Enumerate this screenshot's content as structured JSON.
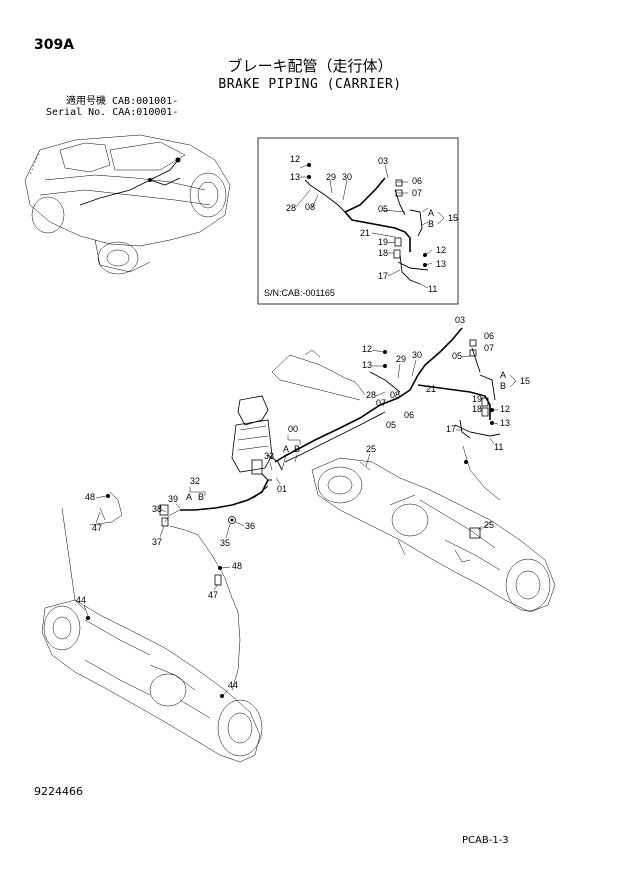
{
  "header": {
    "page_code": "309A",
    "title_jp": "ブレーキ配管（走行体）",
    "title_en": "BRAKE PIPING (CARRIER)",
    "serial_line_1": "適用号機  CAB:001001-",
    "serial_line_2": "Serial No. CAA:010001-"
  },
  "inset": {
    "serial_note": "S/N:CAB:-001165",
    "callouts": [
      "12",
      "13",
      "28",
      "08",
      "29",
      "30",
      "03",
      "06",
      "07",
      "05",
      "21",
      "19",
      "18",
      "17",
      "11",
      "12",
      "13",
      "15",
      "A",
      "B"
    ]
  },
  "main": {
    "callouts": [
      "03",
      "06",
      "07",
      "05",
      "12",
      "13",
      "29",
      "30",
      "21",
      "15",
      "A",
      "B",
      "28",
      "08",
      "07",
      "05",
      "06",
      "19",
      "18",
      "12",
      "13",
      "17",
      "11",
      "00",
      "A",
      "B",
      "33",
      "01",
      "25",
      "32",
      "A",
      "B",
      "39",
      "38",
      "37",
      "36",
      "35",
      "48",
      "47",
      "48",
      "47",
      "44",
      "44",
      "25"
    ]
  },
  "footer": {
    "doc_number": "9224466",
    "page_ref": "PCAB-1-3"
  }
}
